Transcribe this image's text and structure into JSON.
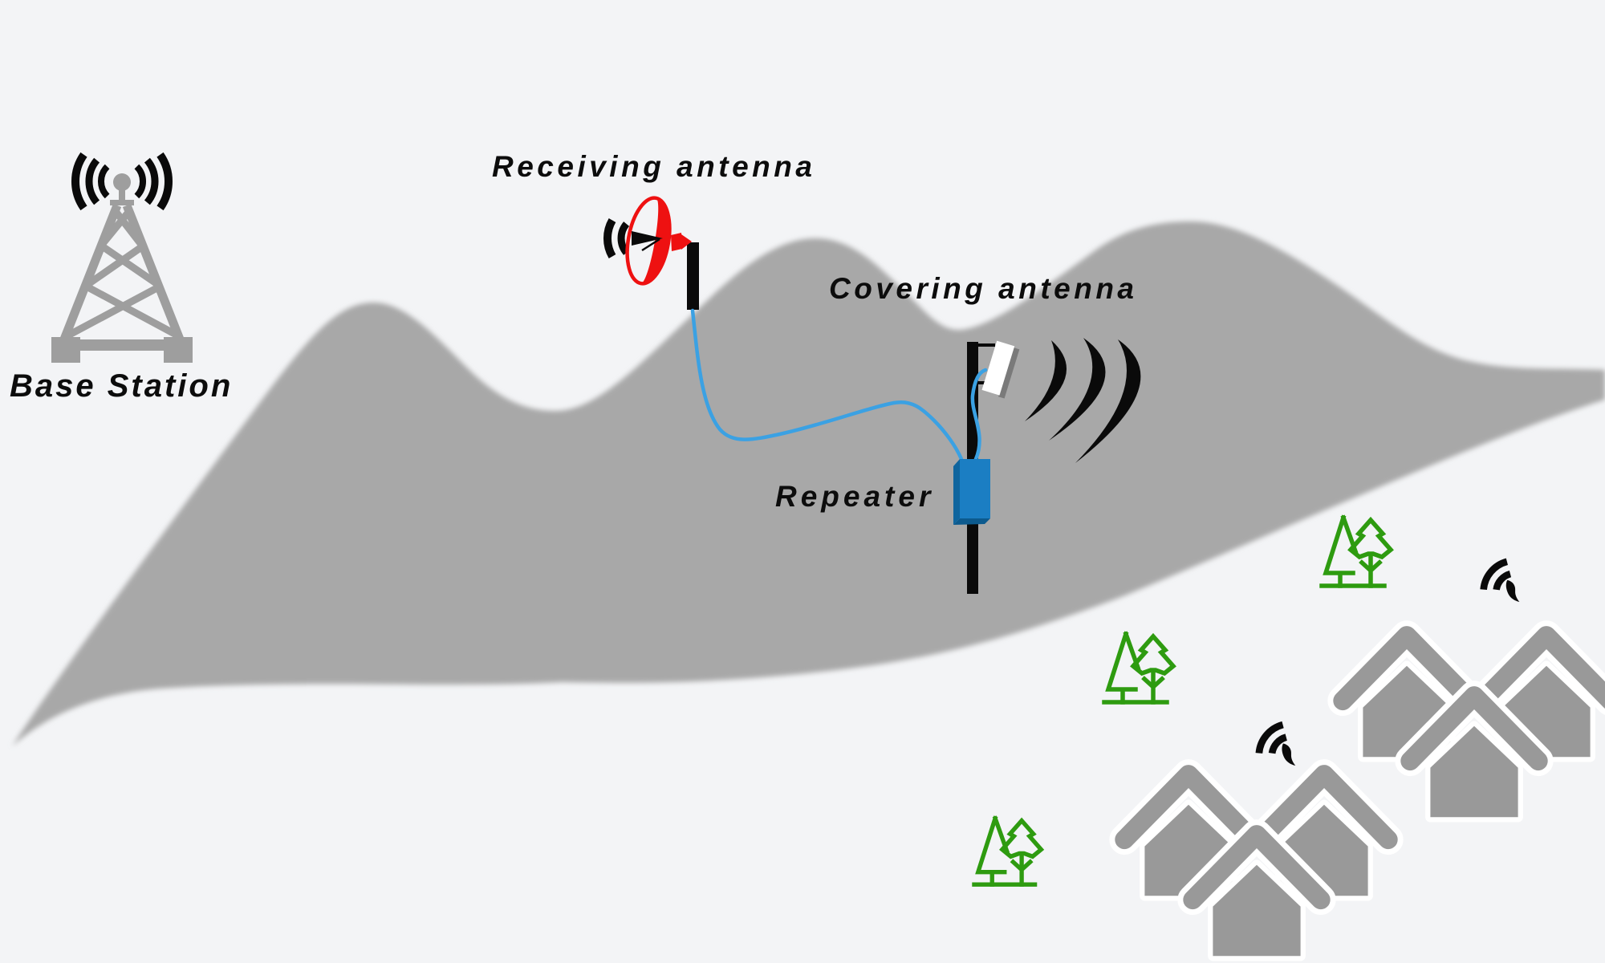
{
  "diagram": {
    "labels": {
      "base_station": "Base Station",
      "receiving_antenna": "Receiving antenna",
      "covering_antenna": "Covering antenna",
      "repeater": "Repeater"
    },
    "colors": {
      "background": "#f3f4f6",
      "mountain": "#a8a8a8",
      "houses": "#999999",
      "tower": "#9e9e9e",
      "trees": "#2e9b10",
      "dish_red": "#ee1111",
      "cable_blue": "#3ba1e3",
      "repeater_front": "#1b7ec3",
      "repeater_side": "#0f659e",
      "repeater_bottom": "#0c5a8e",
      "signal_black": "#0a0a0a",
      "panel_white": "#ffffff",
      "panel_shadow": "#7a7a7a",
      "label_text": "#0c0c0c"
    },
    "scene": {
      "tree_icon_count": 3,
      "wifi_signal_icon_count": 2,
      "house_cluster_count": 2,
      "houses_per_cluster": 3
    }
  }
}
